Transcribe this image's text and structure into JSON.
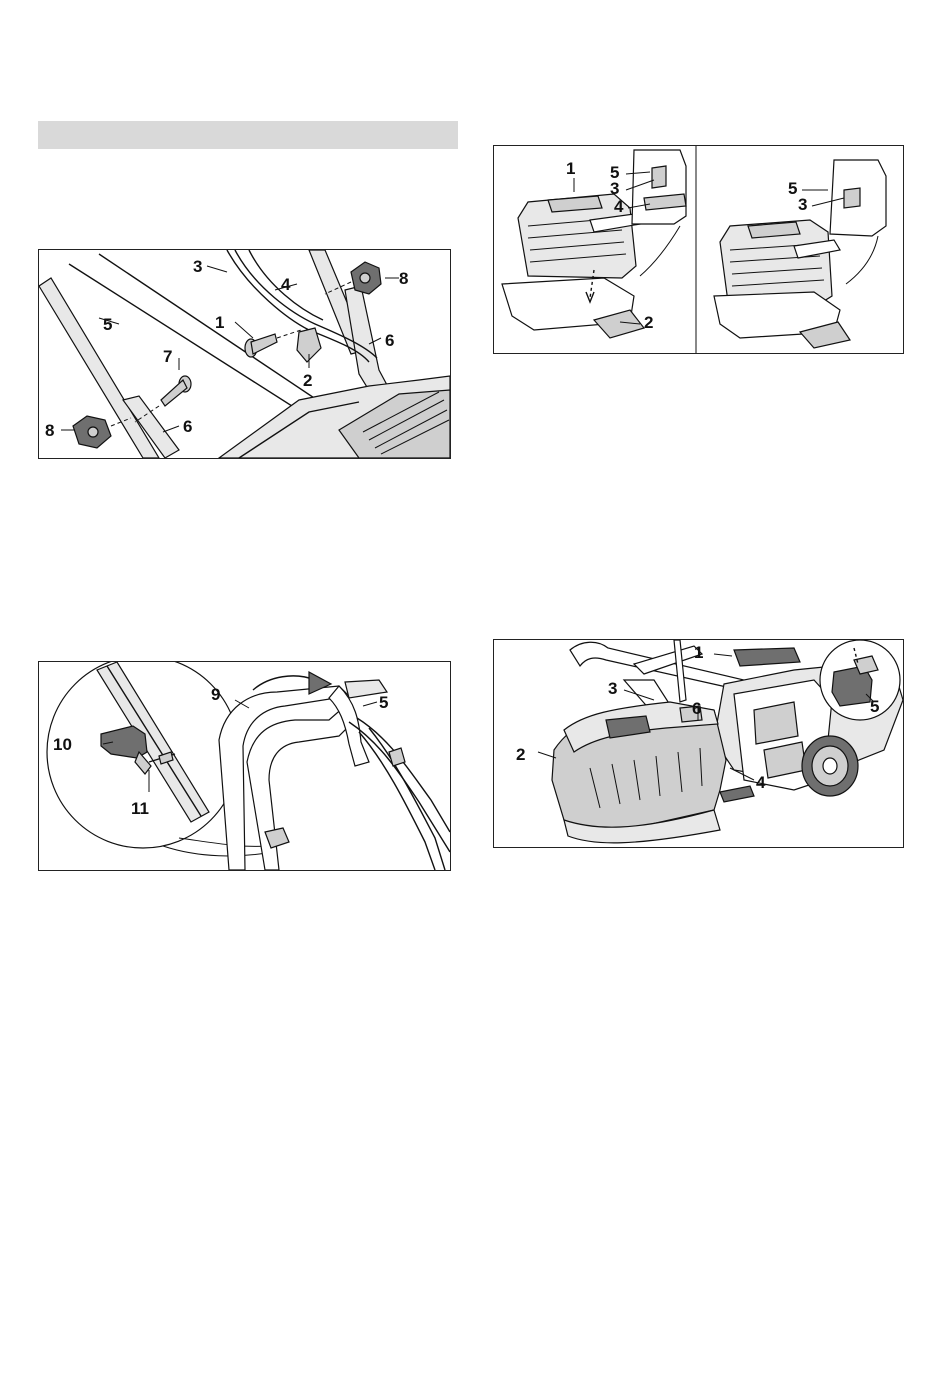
{
  "figures": {
    "fig1": {
      "labels": [
        "1",
        "2",
        "3",
        "4",
        "5",
        "6",
        "6",
        "7",
        "8",
        "8"
      ]
    },
    "fig2": {
      "labels": [
        "1",
        "5",
        "3",
        "4",
        "2",
        "5",
        "3"
      ]
    },
    "fig3": {
      "labels": [
        "9",
        "5",
        "10",
        "11"
      ]
    },
    "fig4": {
      "labels": [
        "1",
        "3",
        "6",
        "2",
        "4",
        "5"
      ]
    }
  },
  "colors": {
    "header_bar": "#d9d9d9",
    "border": "#222222"
  }
}
